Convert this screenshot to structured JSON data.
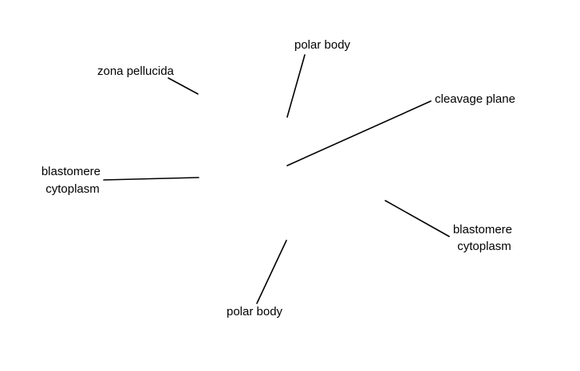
{
  "labels": {
    "zona_pellucida": "zona pellucida",
    "polar_body_top": "polar body",
    "cleavage_plane": "cleavage plane",
    "blastomere_left": [
      "blastomere",
      "cytoplasm"
    ],
    "blastomere_right": [
      "blastomere",
      "cytoplasm"
    ],
    "polar_body_bottom": "polar body"
  },
  "colors": {
    "background": "#ffffff",
    "text": "#000000",
    "leader_line": "#000000"
  }
}
